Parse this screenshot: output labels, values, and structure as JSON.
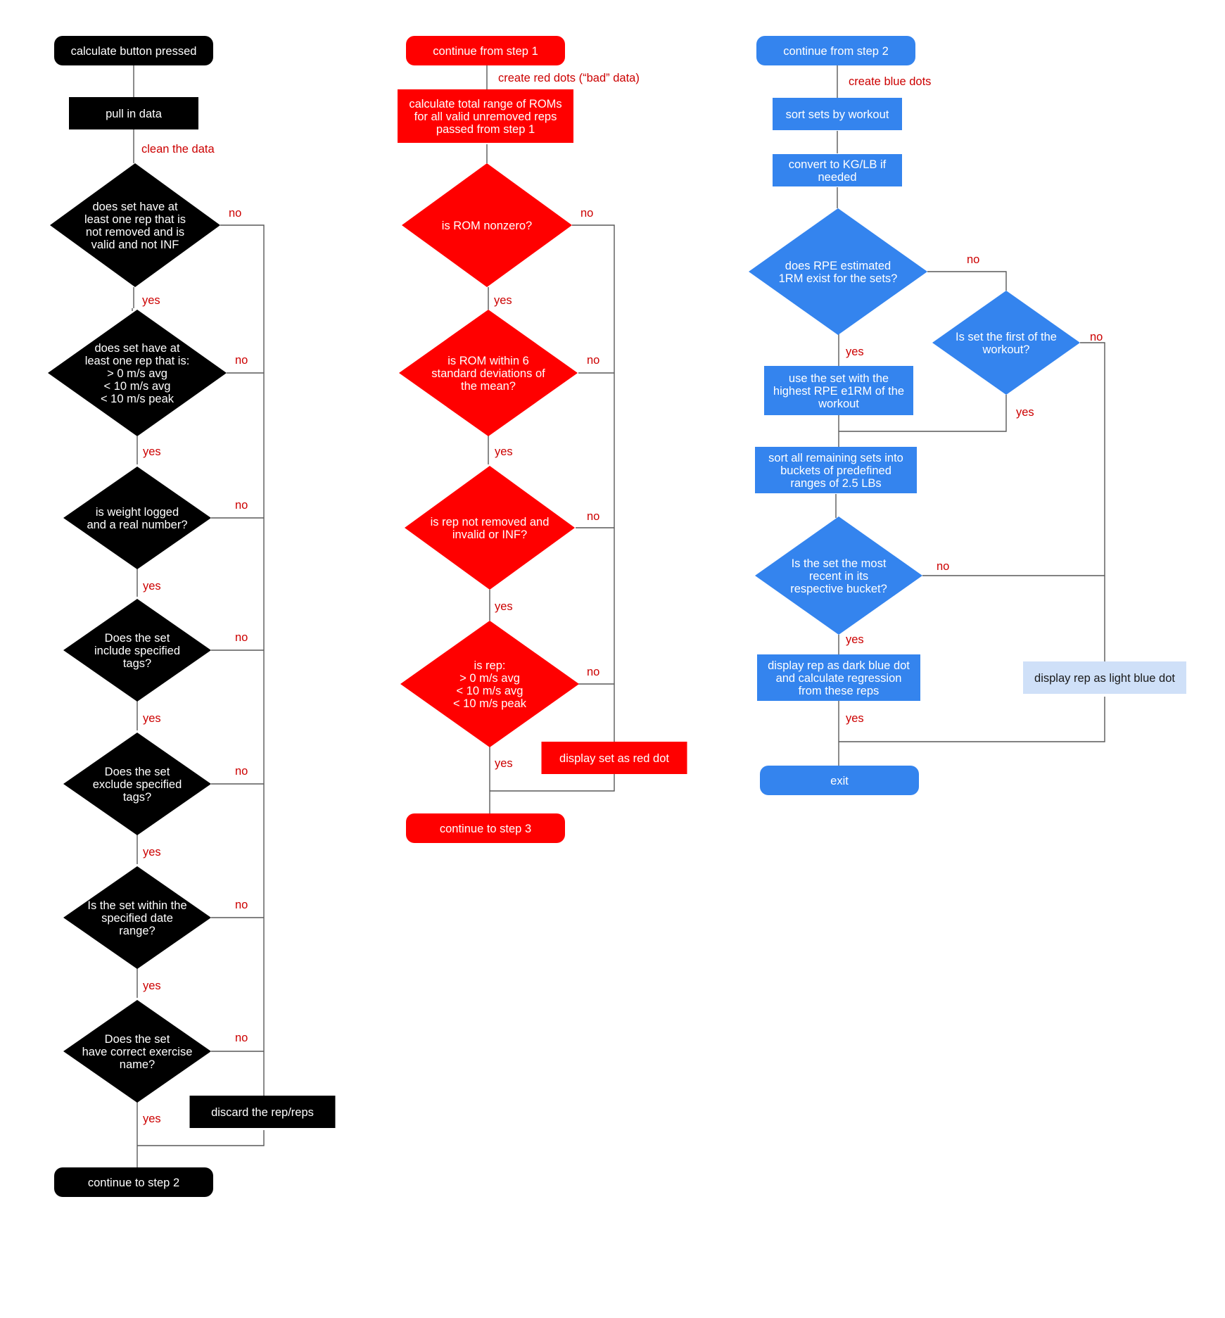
{
  "colors": {
    "black": "#000000",
    "red": "#ff0000",
    "blue": "#3484ee",
    "light_blue": "#cfe0f8",
    "label_red": "#cc0000",
    "line": "#595959",
    "white_text": "#ffffff",
    "dark_text": "#1a1a1a"
  },
  "flow1": {
    "start": "calculate button pressed",
    "pull": "pull in data",
    "clean": "clean the data",
    "q1": [
      "does set have at",
      "least one rep that is",
      "not removed and is",
      "valid and not INF"
    ],
    "q2": [
      "does set have at",
      "least one rep that is:",
      "> 0 m/s avg",
      "< 10 m/s avg",
      "< 10 m/s peak"
    ],
    "q3": [
      "is weight logged",
      "and a real number?"
    ],
    "q4": [
      "Does the set",
      "include specified",
      "tags?"
    ],
    "q5": [
      "Does the set",
      "exclude specified",
      "tags?"
    ],
    "q6": [
      "Is the set within the",
      "specified date",
      "range?"
    ],
    "q7": [
      "Does the set",
      "have correct exercise",
      "name?"
    ],
    "discard": "discard the rep/reps",
    "end": "continue to step 2"
  },
  "flow2": {
    "start": "continue from step 1",
    "note": "create red dots (“bad” data)",
    "calc": [
      "calculate total range of ROMs",
      "for all valid unremoved reps",
      "passed from step 1"
    ],
    "q1": [
      "is ROM nonzero?"
    ],
    "q2": [
      "is ROM within 6",
      "standard deviations of",
      "the mean?"
    ],
    "q3": [
      "is rep not removed and",
      "invalid or INF?"
    ],
    "q4": [
      "is rep:",
      "> 0 m/s avg",
      "< 10 m/s avg",
      "< 10 m/s peak"
    ],
    "display": "display set as red dot",
    "end": "continue to step 3"
  },
  "flow3": {
    "start": "continue from step 2",
    "note": "create blue dots",
    "sort": "sort sets by workout",
    "convert": [
      "convert to KG/LB if",
      "needed"
    ],
    "q1": [
      "does RPE estimated",
      "1RM exist for the sets?"
    ],
    "use": [
      "use the set with the",
      "highest RPE e1RM of the",
      "workout"
    ],
    "q2": [
      "Is set the first of the",
      "workout?"
    ],
    "bucket": [
      "sort all remaining sets into",
      "buckets of predefined",
      "ranges of 2.5 LBs"
    ],
    "q3": [
      "Is the set the most",
      "recent in its",
      "respective bucket?"
    ],
    "dark": [
      "display rep as dark blue dot",
      "and calculate regression",
      "from these reps"
    ],
    "light": "display rep as light blue dot",
    "end": "exit"
  },
  "labels": {
    "yes": "yes",
    "no": "no"
  }
}
